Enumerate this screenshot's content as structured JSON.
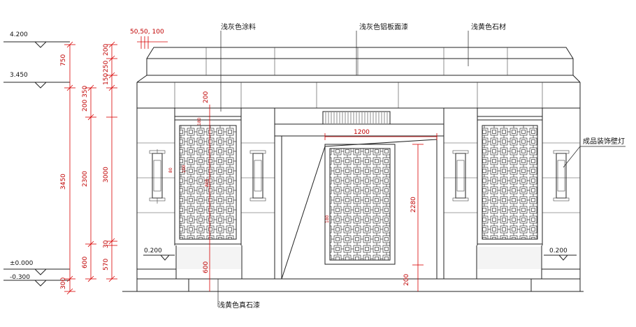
{
  "elevation_labels": {
    "e_top": "4.200",
    "e_cornice": "3.450",
    "e_zero": "±0.000",
    "e_ground": "-0.300",
    "e_left_plinth": "0.200",
    "e_right_plinth": "0.200"
  },
  "callouts": {
    "light_grey_paint": "浅灰色涂料",
    "light_grey_aluminum": "浅灰色铝板面漆",
    "light_yellow_stone": "浅黄色石材",
    "wall_lamp": "成品装饰壁灯",
    "stone_paint": "浅黄色真石漆"
  },
  "dimensions": {
    "outer_chain": [
      "300",
      "600",
      "3450",
      "750"
    ],
    "middle_chain": [
      "570",
      "30",
      "2300",
      "200",
      "350",
      "150",
      "250",
      "200"
    ],
    "main_3000": "3000",
    "top_offsets": [
      "50",
      "50",
      "100"
    ],
    "left_200": "200",
    "left_600": "600",
    "center_1200": "1200",
    "center_2280": "2280",
    "center_200": "200",
    "small_80": "80",
    "small_100": "100",
    "small_180": "180",
    "small_800": "800"
  }
}
